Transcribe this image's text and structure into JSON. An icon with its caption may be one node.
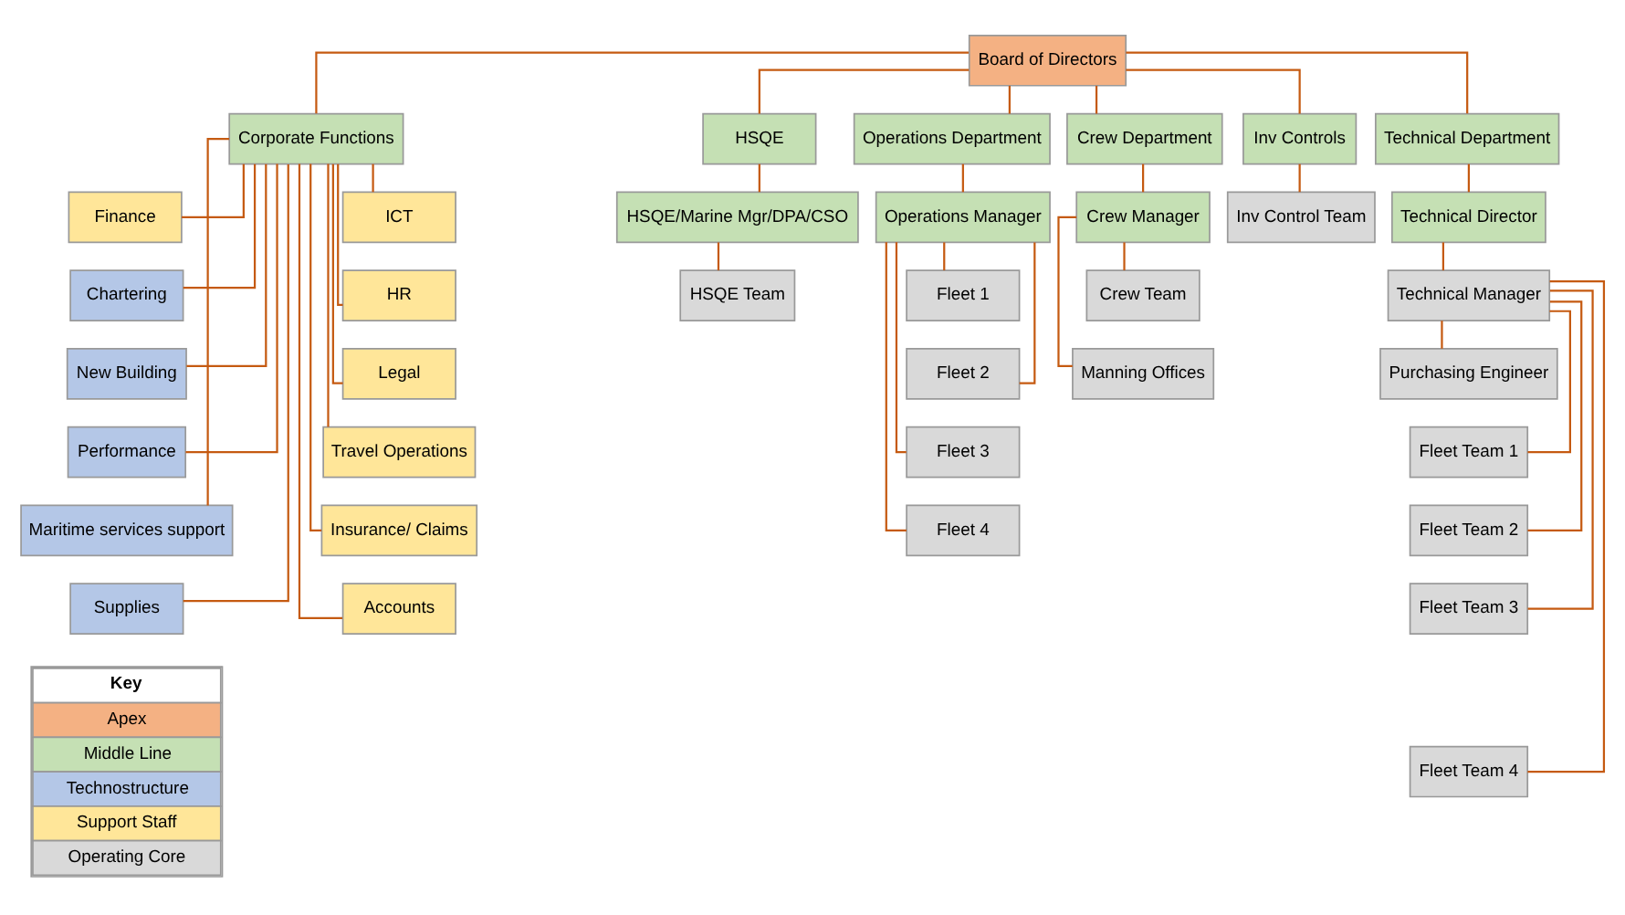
{
  "diagram": {
    "nodes": [
      {
        "text": [
          "Board of Directors"
        ]
      },
      {
        "text": [
          "Corporate Functions"
        ]
      },
      {
        "text": [
          "HSQE"
        ]
      },
      {
        "text": [
          "Operations Department"
        ]
      },
      {
        "text": [
          "Crew Department"
        ]
      },
      {
        "text": [
          "Inv Controls"
        ]
      },
      {
        "text": [
          "Technical Department"
        ]
      },
      {
        "text": [
          "Finance"
        ]
      },
      {
        "text": [
          "ICT"
        ]
      },
      {
        "text": [
          "Chartering"
        ]
      },
      {
        "text": [
          "HR"
        ]
      },
      {
        "text": [
          "New Building"
        ]
      },
      {
        "text": [
          "Legal"
        ]
      },
      {
        "text": [
          "Performance"
        ]
      },
      {
        "text": [
          "Travel Operations"
        ]
      },
      {
        "text": [
          "Maritime services support"
        ]
      },
      {
        "text": [
          "Insurance/ Claims"
        ]
      },
      {
        "text": [
          "Supplies"
        ]
      },
      {
        "text": [
          "Accounts"
        ]
      },
      {
        "text": [
          "HSQE/Marine Mgr/DPA/CSO"
        ]
      },
      {
        "text": [
          "HSQE Team"
        ]
      },
      {
        "text": [
          "Operations Manager"
        ]
      },
      {
        "text": [
          "Fleet 1"
        ]
      },
      {
        "text": [
          "Fleet 2"
        ]
      },
      {
        "text": [
          "Fleet 3"
        ]
      },
      {
        "text": [
          "Fleet 4"
        ]
      },
      {
        "text": [
          "Crew Manager"
        ]
      },
      {
        "text": [
          "Crew Team"
        ]
      },
      {
        "text": [
          "Manning Offices"
        ]
      },
      {
        "text": [
          "Inv Control Team"
        ]
      },
      {
        "text": [
          "Technical Director"
        ]
      },
      {
        "text": [
          "Technical Manager"
        ]
      },
      {
        "text": [
          "Purchasing Engineer"
        ]
      },
      {
        "text": [
          "Fleet Team 1"
        ]
      },
      {
        "text": [
          "Fleet Team 2"
        ]
      },
      {
        "text": [
          "Fleet Team 3"
        ]
      },
      {
        "text": [
          "Fleet Team 4"
        ]
      }
    ],
    "edges": [
      {
        "from": 0,
        "to": 1,
        "arrow": "none"
      },
      {
        "from": 0,
        "to": 2,
        "arrow": "none"
      },
      {
        "from": 0,
        "to": 3,
        "arrow": "none"
      },
      {
        "from": 0,
        "to": 4,
        "arrow": "none"
      },
      {
        "from": 0,
        "to": 5,
        "arrow": "none"
      },
      {
        "from": 0,
        "to": 6,
        "arrow": "none"
      },
      {
        "from": 1,
        "to": 7,
        "arrow": "none"
      },
      {
        "from": 1,
        "to": 8,
        "arrow": "none"
      },
      {
        "from": 1,
        "to": 9,
        "arrow": "none"
      },
      {
        "from": 1,
        "to": 10,
        "arrow": "none"
      },
      {
        "from": 1,
        "to": 11,
        "arrow": "none"
      },
      {
        "from": 1,
        "to": 12,
        "arrow": "none"
      },
      {
        "from": 1,
        "to": 13,
        "arrow": "none"
      },
      {
        "from": 1,
        "to": 14,
        "arrow": "none"
      },
      {
        "from": 1,
        "to": 15,
        "arrow": "none"
      },
      {
        "from": 1,
        "to": 16,
        "arrow": "none"
      },
      {
        "from": 1,
        "to": 17,
        "arrow": "none"
      },
      {
        "from": 1,
        "to": 18,
        "arrow": "none"
      },
      {
        "from": 2,
        "to": 19,
        "arrow": "none"
      },
      {
        "from": 19,
        "to": 20,
        "arrow": "none"
      },
      {
        "from": 3,
        "to": 21,
        "arrow": "none"
      },
      {
        "from": 21,
        "to": 22,
        "arrow": "none"
      },
      {
        "from": 21,
        "to": 23,
        "arrow": "none"
      },
      {
        "from": 21,
        "to": 24,
        "arrow": "none"
      },
      {
        "from": 21,
        "to": 25,
        "arrow": "none"
      },
      {
        "from": 4,
        "to": 26,
        "arrow": "none"
      },
      {
        "from": 26,
        "to": 27,
        "arrow": "none"
      },
      {
        "from": 26,
        "to": 28,
        "arrow": "none"
      },
      {
        "from": 5,
        "to": 29,
        "arrow": "none"
      },
      {
        "from": 6,
        "to": 30,
        "arrow": "none"
      },
      {
        "from": 30,
        "to": 31,
        "arrow": "none"
      },
      {
        "from": 31,
        "to": 32,
        "arrow": "none"
      },
      {
        "from": 31,
        "to": 33,
        "arrow": "none"
      },
      {
        "from": 31,
        "to": 34,
        "arrow": "none"
      },
      {
        "from": 31,
        "to": 35,
        "arrow": "none"
      },
      {
        "from": 31,
        "to": 36,
        "arrow": "none"
      }
    ],
    "labels": [
      "Key"
    ],
    "legend": [
      {
        "text": "Apex",
        "color": "#f4b183"
      },
      {
        "text": "Middle Line",
        "color": "#c5e0b4"
      },
      {
        "text": "Technostructure",
        "color": "#b4c7e7"
      },
      {
        "text": "Support Staff",
        "color": "#ffe699"
      },
      {
        "text": "Operating Core",
        "color": "#d9d9d9"
      }
    ]
  }
}
